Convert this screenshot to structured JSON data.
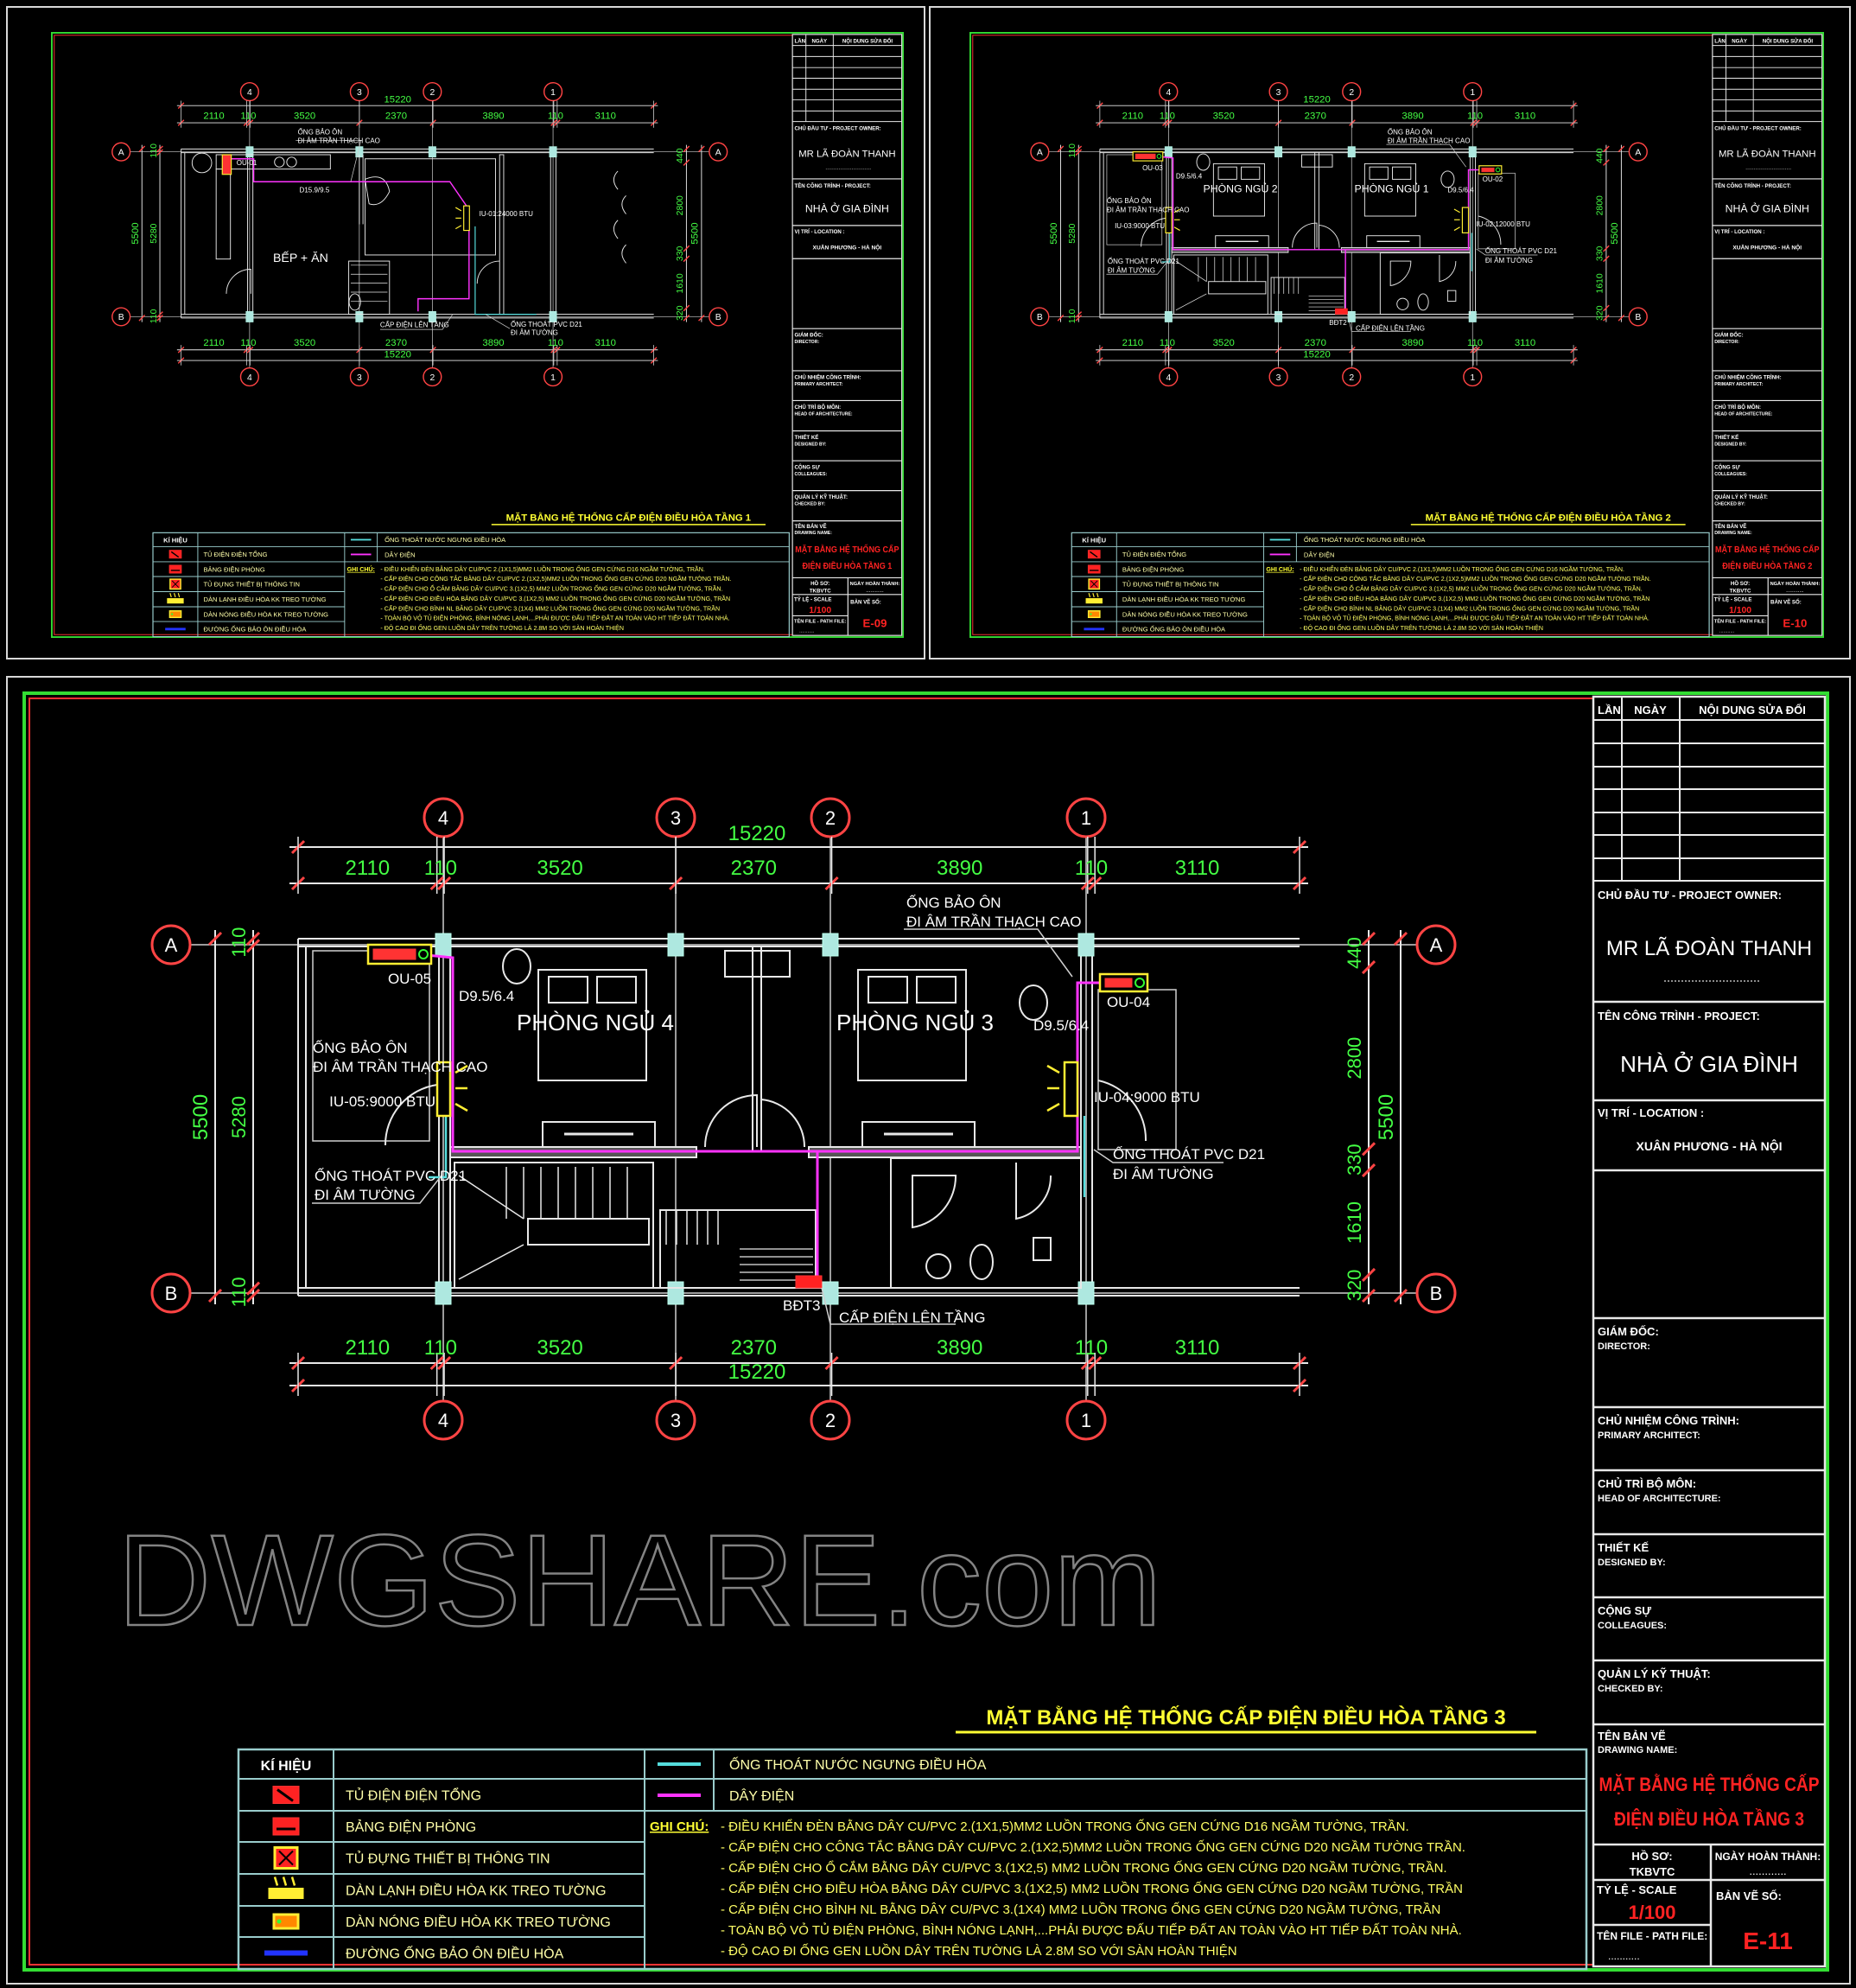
{
  "colors": {
    "background": "#000000",
    "frame_outer": "#33dd33",
    "frame_inner": "#ff3333",
    "dimension_text": "#44ff44",
    "grid_bubble": "#ff4444",
    "wire": "#ff33ff",
    "drain_pipe": "#55dddd",
    "insulated_pipe": "#2233ff",
    "title_text": "#ffff33",
    "drawing_name": "#ff2222"
  },
  "watermark": "DWGSHARE.com",
  "grid": {
    "axes_x": [
      "4",
      "3",
      "2",
      "1"
    ],
    "axes_y": [
      "A",
      "B"
    ]
  },
  "dimensions": {
    "horizontal": [
      "2110",
      "110",
      "3520",
      "2370",
      "3890",
      "110",
      "3110"
    ],
    "horizontal_total": "15220",
    "vertical_left": [
      "110",
      "5280",
      "110"
    ],
    "vertical_left_total": "5500",
    "vertical_right": [
      "440",
      "2800",
      "330",
      "1610",
      "320"
    ],
    "vertical_right_total": "5500"
  },
  "legend": {
    "header": "KÍ HIỆU",
    "items": [
      {
        "symbol": "main-panel",
        "label": "TỦ ĐIỆN ĐIỆN TỔNG"
      },
      {
        "symbol": "room-panel",
        "label": "BẢNG ĐIỆN PHÒNG"
      },
      {
        "symbol": "telecom-cabinet",
        "label": "TỦ ĐỰNG THIẾT BỊ THÔNG TIN"
      },
      {
        "symbol": "indoor-unit",
        "label": "DÀN LẠNH ĐIỀU HÒA KK TREO TƯỜNG"
      },
      {
        "symbol": "outdoor-unit",
        "label": "DÀN NÓNG ĐIỀU HÒA KK TREO TƯỜNG"
      },
      {
        "symbol": "insulated-pipe",
        "label": "ĐƯỜNG ỐNG BẢO ÔN ĐIỀU HÒA"
      }
    ],
    "lines": [
      {
        "symbol": "drain-line",
        "label": "ỐNG THOÁT NƯỚC NGƯNG ĐIỀU HÒA"
      },
      {
        "symbol": "wire-line",
        "label": "DÂY ĐIỆN"
      }
    ],
    "notes_label": "GHI CHÚ:",
    "notes": [
      "- ĐIỀU KHIỂN ĐÈN BẰNG DÂY CU/PVC 2.(1X1,5)MM2 LUỒN TRONG ỐNG GEN CỨNG D16 NGẦM TƯỜNG, TRẦN.",
      "- CẤP ĐIỆN CHO CÔNG TẮC BẰNG DÂY CU/PVC 2.(1X2,5)MM2 LUỒN TRONG ỐNG GEN CỨNG D20 NGẦM TƯỜNG TRẦN.",
      "- CẤP ĐIỆN CHO Ổ CẮM BẰNG DÂY CU/PVC 3.(1X2,5) MM2 LUỒN TRONG ỐNG GEN CỨNG D20 NGẦM TƯỜNG, TRẦN.",
      "- CẤP ĐIỆN CHO ĐIỀU HÒA BẰNG DÂY CU/PVC 3.(1X2,5) MM2 LUỒN TRONG ỐNG GEN CỨNG D20 NGẦM TƯỜNG, TRẦN",
      "- CẤP ĐIỆN CHO BÌNH NL BẰNG DÂY CU/PVC 3.(1X4) MM2 LUỒN TRONG ỐNG GEN CỨNG D20 NGẦM TƯỜNG, TRẦN",
      "- TOÀN BỘ VỎ TỦ ĐIỆN PHÒNG, BÌNH NÓNG LẠNH,...PHẢI ĐƯỢC ĐẤU TIẾP ĐẤT AN TOÀN VÀO HT TIẾP ĐẤT TOÀN NHÀ.",
      "- ĐỘ CAO ĐI ỐNG GEN LUỒN DÂY TRÊN TƯỜNG LÀ 2.8M SO VỚI SÀN HOÀN THIỆN"
    ]
  },
  "title_block": {
    "revision_headers": [
      "LẦN",
      "NGÀY",
      "NỘI DUNG SỬA ĐỔI"
    ],
    "owner_label": "CHỦ ĐẦU TƯ - PROJECT OWNER:",
    "owner": "MR LÃ ĐOÀN THANH",
    "project_label": "TÊN CÔNG TRÌNH - PROJECT:",
    "project": "NHÀ Ở GIA ĐÌNH",
    "location_label": "VỊ TRÍ - LOCATION :",
    "location": "XUÂN PHƯƠNG - HÀ NỘI",
    "roles": [
      {
        "vi": "GIÁM ĐỐC:",
        "en": "DIRECTOR:"
      },
      {
        "vi": "CHỦ NHIỆM CÔNG TRÌNH:",
        "en": "PRIMARY ARCHITECT:"
      },
      {
        "vi": "CHỦ TRÌ BỘ MÔN:",
        "en": "HEAD OF ARCHITECTURE:"
      },
      {
        "vi": "THIẾT KẾ",
        "en": "DESIGNED BY:"
      },
      {
        "vi": "CỘNG SỰ",
        "en": "COLLEAGUES:"
      },
      {
        "vi": "QUẢN LÝ KỸ THUẬT:",
        "en": "CHECKED BY:"
      }
    ],
    "drawing_name_label_vi": "TÊN BẢN VẼ",
    "drawing_name_label_en": "DRAWING NAME:",
    "file_no_label": "HỒ SƠ:",
    "file_no": "TKBVTC",
    "completion_label": "NGÀY HOÀN THÀNH:",
    "completion": "............",
    "scale_label": "TỶ LỆ - SCALE",
    "scale": "1/100",
    "sheet_no_label": "BẢN VẼ SỐ:",
    "path_label": "TÊN FILE - PATH FILE:",
    "path": "..........."
  },
  "sheets": [
    {
      "title": "MẶT BẰNG HỆ THỐNG CẤP ĐIỆN ĐIỀU HÒA TẦNG 1",
      "drawing_name": [
        "MẶT BẰNG HỆ THỐNG CẤP",
        "ĐIỆN ĐIỀU HÒA TẦNG 1"
      ],
      "sheet_no": "E-09",
      "plan": {
        "room": "BẾP + ĂN",
        "ou": "OU-01",
        "iu": "IU-01:24000 BTU",
        "pipe_size": "D15.9/9.5",
        "insulation": [
          "ỐNG BẢO ÔN",
          "ĐI ÂM TRẦN THẠCH CAO"
        ],
        "drain": [
          "ỐNG THOÁT PVC D21",
          "ĐI ÂM TƯỜNG"
        ],
        "riser": "CẤP ĐIỆN LÊN TẦNG"
      }
    },
    {
      "title": "MẶT BẰNG HỆ THỐNG CẤP ĐIỆN ĐIỀU HÒA TẦNG 2",
      "drawing_name": [
        "MẶT BẰNG HỆ THỐNG CẤP",
        "ĐIỆN ĐIỀU HÒA TẦNG 2"
      ],
      "sheet_no": "E-10",
      "plan": {
        "room_left": "PHÒNG NGỦ 2",
        "room_right": "PHÒNG NGỦ 1",
        "ou_left": "OU-03",
        "ou_right": "OU-02",
        "iu_left": "IU-03:9000 BTU",
        "iu_right": "IU-02:12000 BTU",
        "pipe_size_left": "D9.5/6.4",
        "pipe_size_right": "D9.5/6.4",
        "insulation_left": [
          "ỐNG BẢO ÔN",
          "ĐI ÂM TRẦN THẠCH CAO"
        ],
        "insulation_right": [
          "ỐNG BẢO ÔN",
          "ĐI ÂM TRẦN THẠCH CAO"
        ],
        "drain_left": [
          "ỐNG THOÁT PVC D21",
          "ĐI ÂM TƯỜNG"
        ],
        "drain_right": [
          "ỐNG THOÁT PVC D21",
          "ĐI ÂM TƯỜNG"
        ],
        "panel": "BĐT2",
        "riser": "CẤP ĐIỆN LÊN TẦNG"
      }
    },
    {
      "title": "MẶT BẰNG HỆ THỐNG CẤP ĐIỆN ĐIỀU HÒA TẦNG 3",
      "drawing_name": [
        "MẶT BẰNG HỆ THỐNG CẤP",
        "ĐIỆN ĐIỀU HÒA TẦNG 3"
      ],
      "sheet_no": "E-11",
      "plan": {
        "room_left": "PHÒNG NGỦ 4",
        "room_right": "PHÒNG NGỦ 3",
        "ou_left": "OU-05",
        "ou_right": "OU-04",
        "iu_left": "IU-05:9000 BTU",
        "iu_right": "IU-04:9000 BTU",
        "pipe_size_left": "D9.5/6.4",
        "pipe_size_right": "D9.5/6.4",
        "insulation_left": [
          "ỐNG BẢO ÔN",
          "ĐI ÂM TRẦN THẠCH CAO"
        ],
        "insulation_right": [
          "ỐNG BẢO ÔN",
          "ĐI ÂM TRẦN THẠCH CAO"
        ],
        "drain_left": [
          "ỐNG THOÁT PVC D21",
          "ĐI ÂM TƯỜNG"
        ],
        "drain_right": [
          "ỐNG THOÁT PVC D21",
          "ĐI ÂM TƯỜNG"
        ],
        "panel": "BĐT3",
        "riser": "CẤP ĐIỆN LÊN TẦNG"
      }
    }
  ]
}
